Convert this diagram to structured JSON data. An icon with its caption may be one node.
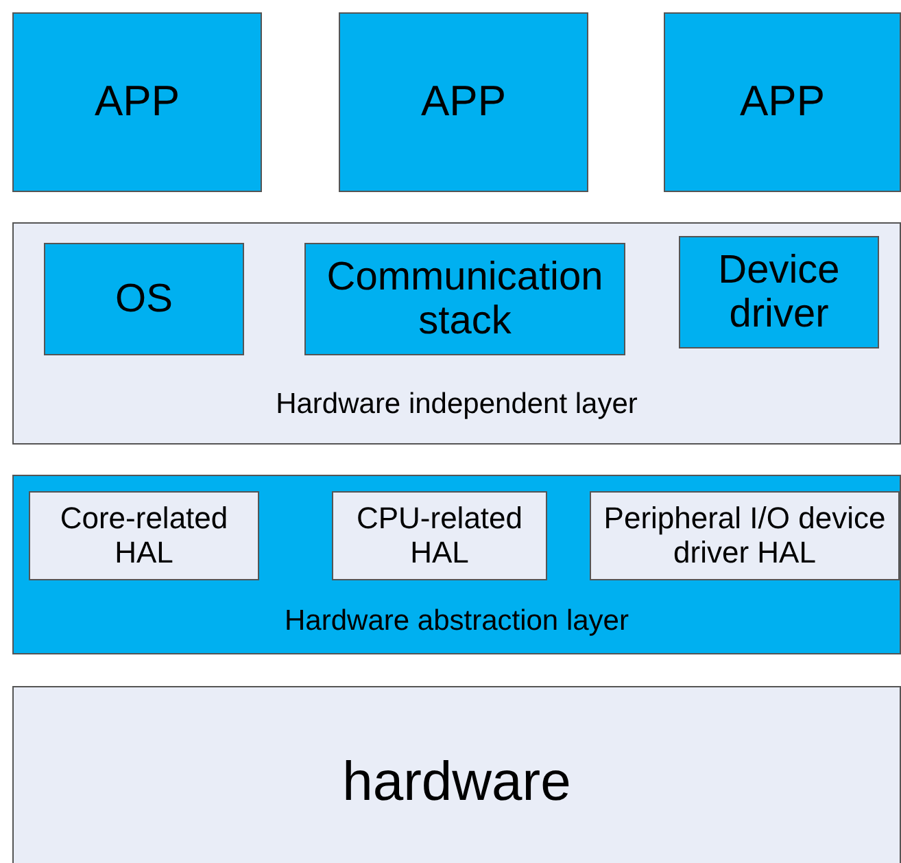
{
  "diagram": {
    "nodes": [
      {
        "text": [
          "APP"
        ]
      },
      {
        "text": [
          "APP"
        ]
      },
      {
        "text": [
          "APP"
        ]
      },
      {
        "text": [
          "Hardware independent layer"
        ]
      },
      {
        "text": [
          "OS"
        ],
        "in": 3
      },
      {
        "text": [
          "Communication stack"
        ],
        "in": 3
      },
      {
        "text": [
          "Device driver"
        ],
        "in": 3
      },
      {
        "text": [
          "Hardware abstraction layer"
        ]
      },
      {
        "text": [
          "Core-related HAL"
        ],
        "in": 7
      },
      {
        "text": [
          "CPU-related HAL"
        ],
        "in": 7
      },
      {
        "text": [
          "Peripheral I/O device driver HAL"
        ],
        "in": 7
      },
      {
        "text": [
          "hardware"
        ]
      }
    ],
    "edges": []
  }
}
